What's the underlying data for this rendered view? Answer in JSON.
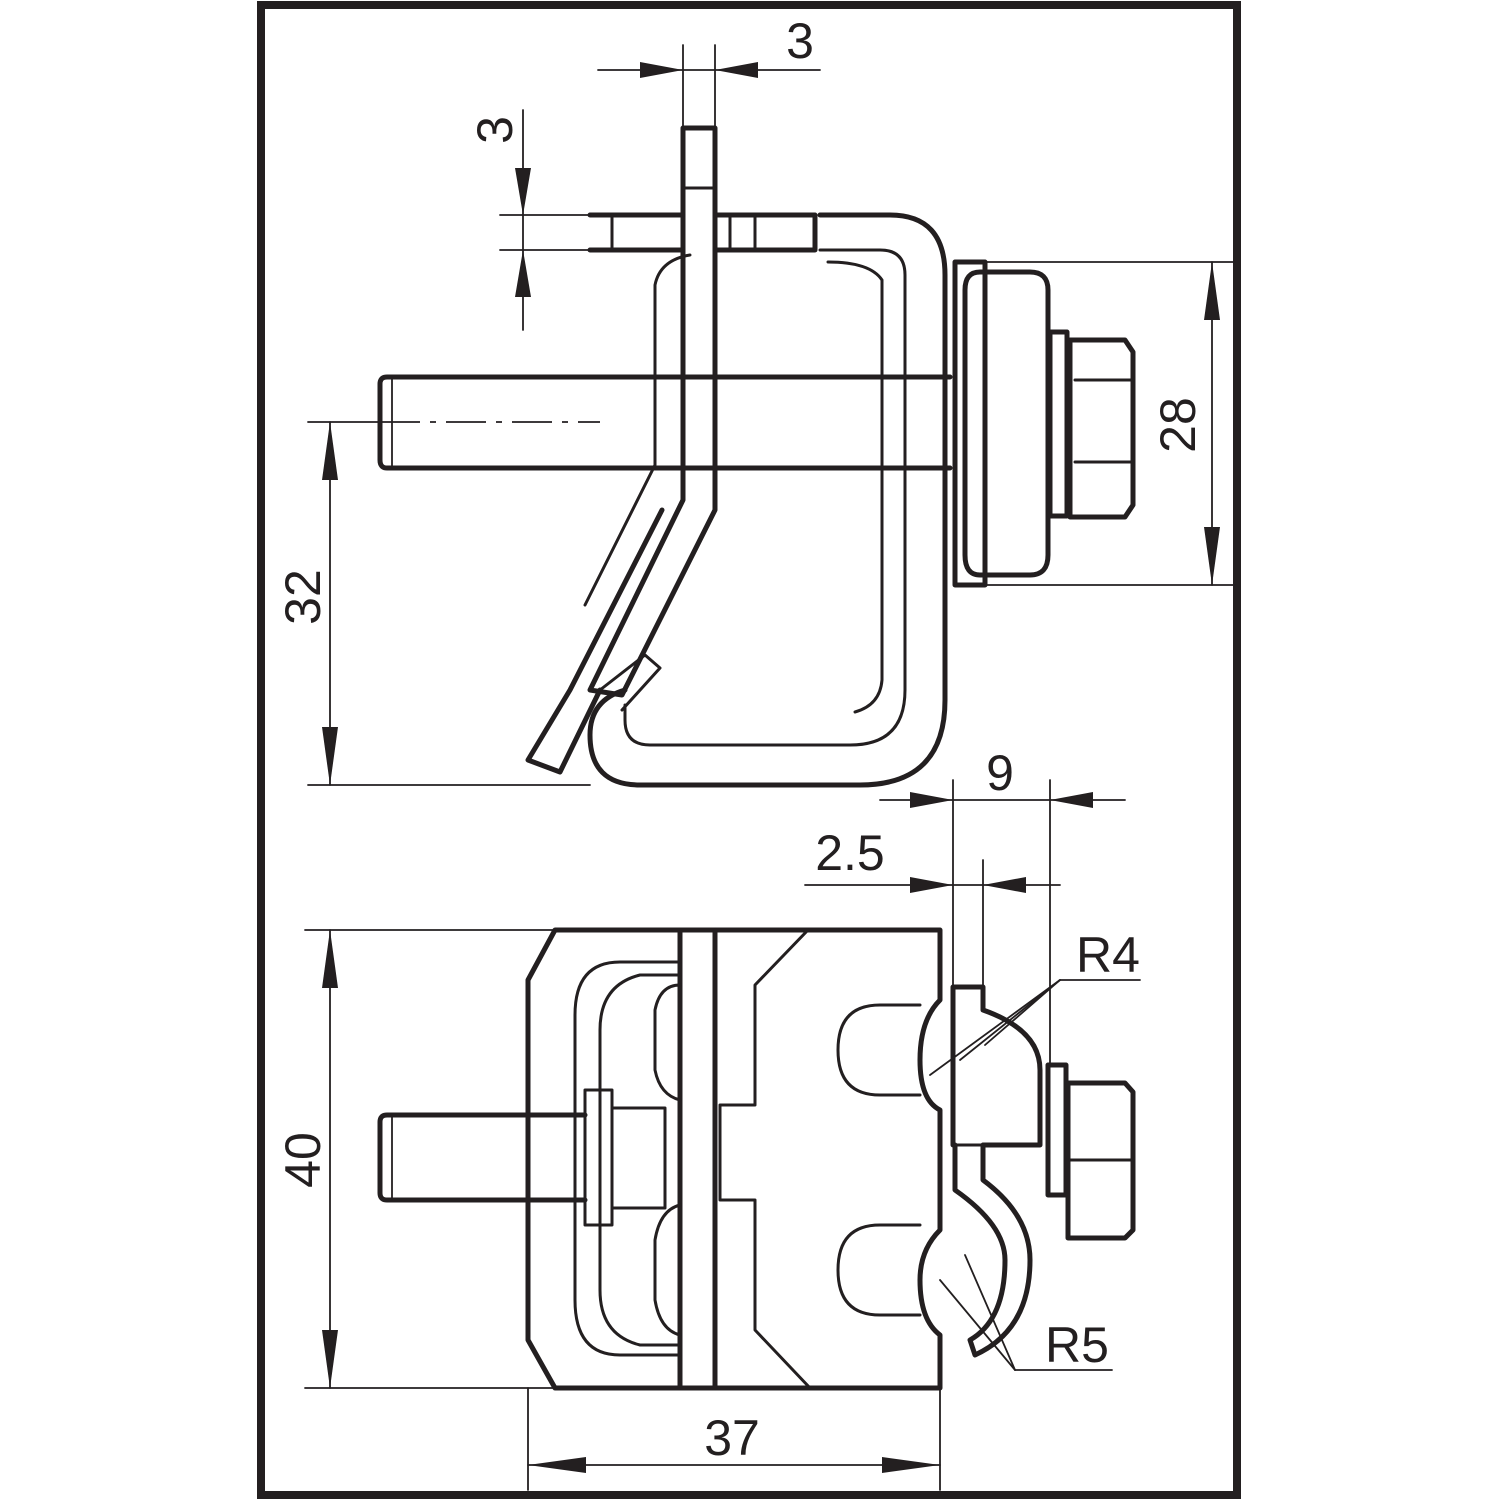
{
  "dimensions": {
    "side_view": {
      "plate_thickness": "3",
      "flange_thickness": "3",
      "height_to_bolt_axis": "32",
      "clamp_height": "28"
    },
    "front_view": {
      "clamp_width": "9",
      "strip_thickness": "2.5",
      "inner_radius": "R4",
      "outer_radius": "R5",
      "overall_height": "40",
      "overall_width": "37"
    }
  }
}
